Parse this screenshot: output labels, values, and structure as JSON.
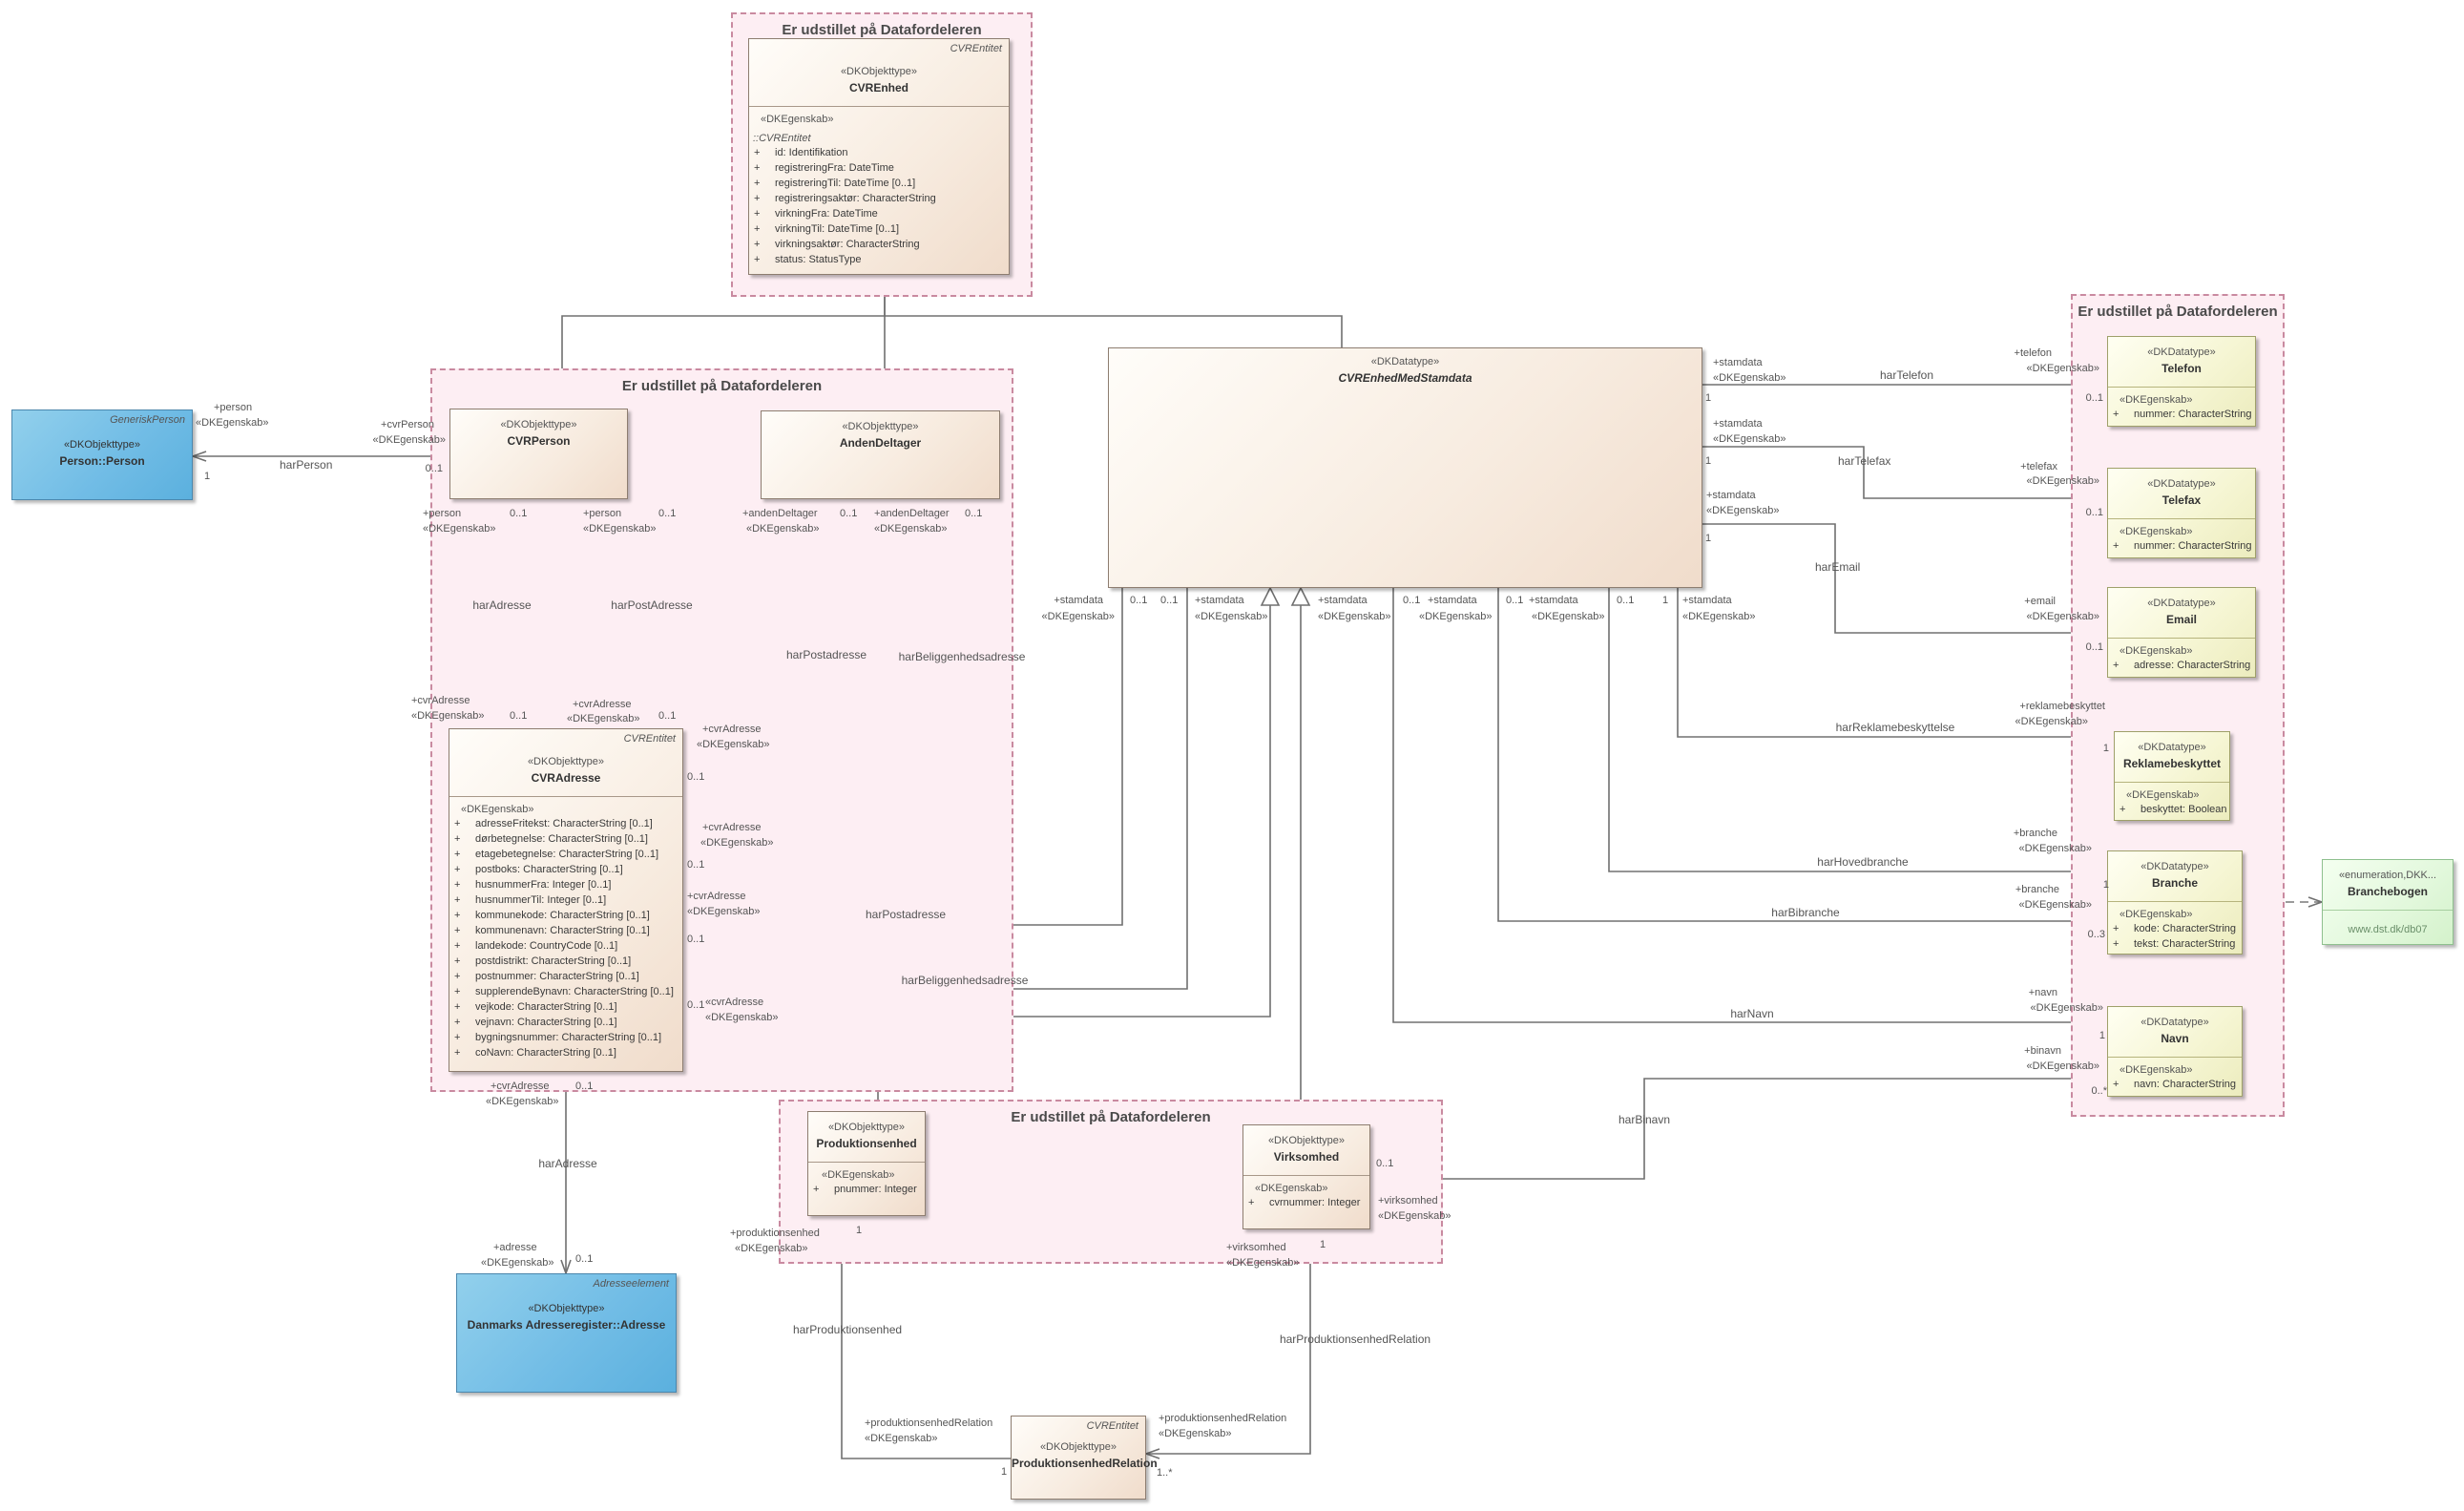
{
  "packages": {
    "top": "Er udstillet på Datafordeleren",
    "left": "Er udstillet på Datafordeleren",
    "bottom": "Er udstillet på Datafordeleren",
    "right": "Er udstillet på Datafordeleren"
  },
  "classes": {
    "cvrenhed": {
      "entity": "CVREntitet",
      "stereotype": "«DKObjekttype»",
      "name": "CVREnhed",
      "group_stereotype": "«DKEgenskab»",
      "inherited_from": "::CVREntitet",
      "attributes": [
        {
          "vis": "+",
          "text": "id: Identifikation"
        },
        {
          "vis": "+",
          "text": "registreringFra: DateTime"
        },
        {
          "vis": "+",
          "text": "registreringTil: DateTime [0..1]"
        },
        {
          "vis": "+",
          "text": "registreringsaktør: CharacterString"
        },
        {
          "vis": "+",
          "text": "virkningFra: DateTime"
        },
        {
          "vis": "+",
          "text": "virkningTil: DateTime [0..1]"
        },
        {
          "vis": "+",
          "text": "virkningsaktør: CharacterString"
        },
        {
          "vis": "+",
          "text": "status: StatusType"
        }
      ]
    },
    "person": {
      "entity": "GeneriskPerson",
      "stereotype": "«DKObjekttype»",
      "name": "Person::Person"
    },
    "cvrperson": {
      "stereotype": "«DKObjekttype»",
      "name": "CVRPerson"
    },
    "andendeltager": {
      "stereotype": "«DKObjekttype»",
      "name": "AndenDeltager"
    },
    "cvradresse": {
      "entity": "CVREntitet",
      "stereotype": "«DKObjekttype»",
      "name": "CVRAdresse",
      "group_stereotype": "«DKEgenskab»",
      "attributes": [
        {
          "vis": "+",
          "text": "adresseFritekst: CharacterString [0..1]"
        },
        {
          "vis": "+",
          "text": "dørbetegnelse: CharacterString [0..1]"
        },
        {
          "vis": "+",
          "text": "etagebetegnelse: CharacterString [0..1]"
        },
        {
          "vis": "+",
          "text": "postboks: CharacterString [0..1]"
        },
        {
          "vis": "+",
          "text": "husnummerFra: Integer [0..1]"
        },
        {
          "vis": "+",
          "text": "husnummerTil: Integer [0..1]"
        },
        {
          "vis": "+",
          "text": "kommunekode: CharacterString [0..1]"
        },
        {
          "vis": "+",
          "text": "kommunenavn: CharacterString [0..1]"
        },
        {
          "vis": "+",
          "text": "landekode: CountryCode [0..1]"
        },
        {
          "vis": "+",
          "text": "postdistrikt: CharacterString [0..1]"
        },
        {
          "vis": "+",
          "text": "postnummer: CharacterString [0..1]"
        },
        {
          "vis": "+",
          "text": "supplerendeBynavn: CharacterString [0..1]"
        },
        {
          "vis": "+",
          "text": "vejkode: CharacterString [0..1]"
        },
        {
          "vis": "+",
          "text": "vejnavn: CharacterString [0..1]"
        },
        {
          "vis": "+",
          "text": "bygningsnummer: CharacterString [0..1]"
        },
        {
          "vis": "+",
          "text": "coNavn: CharacterString [0..1]"
        }
      ]
    },
    "stamdata": {
      "stereotype": "«DKDatatype»",
      "name": "CVREnhedMedStamdata"
    },
    "adresse": {
      "entity": "Adresseelement",
      "stereotype": "«DKObjekttype»",
      "name": "Danmarks Adresseregister::Adresse"
    },
    "produktionsenhed": {
      "stereotype": "«DKObjekttype»",
      "name": "Produktionsenhed",
      "group_stereotype": "«DKEgenskab»",
      "attributes": [
        {
          "vis": "+",
          "text": "pnummer: Integer"
        }
      ]
    },
    "virksomhed": {
      "stereotype": "«DKObjekttype»",
      "name": "Virksomhed",
      "group_stereotype": "«DKEgenskab»",
      "attributes": [
        {
          "vis": "+",
          "text": "cvrnummer: Integer"
        }
      ]
    },
    "relation": {
      "entity": "CVREntitet",
      "stereotype": "«DKObjekttype»",
      "name": "ProduktionsenhedRelation"
    },
    "telefon": {
      "stereotype": "«DKDatatype»",
      "name": "Telefon",
      "group_stereotype": "«DKEgenskab»",
      "attributes": [
        {
          "vis": "+",
          "text": "nummer: CharacterString"
        }
      ]
    },
    "telefax": {
      "stereotype": "«DKDatatype»",
      "name": "Telefax",
      "group_stereotype": "«DKEgenskab»",
      "attributes": [
        {
          "vis": "+",
          "text": "nummer: CharacterString"
        }
      ]
    },
    "email": {
      "stereotype": "«DKDatatype»",
      "name": "Email",
      "group_stereotype": "«DKEgenskab»",
      "attributes": [
        {
          "vis": "+",
          "text": "adresse: CharacterString"
        }
      ]
    },
    "reklame": {
      "stereotype": "«DKDatatype»",
      "name": "Reklamebeskyttet",
      "group_stereotype": "«DKEgenskab»",
      "attributes": [
        {
          "vis": "+",
          "text": "beskyttet: Boolean"
        }
      ]
    },
    "branche": {
      "stereotype": "«DKDatatype»",
      "name": "Branche",
      "group_stereotype": "«DKEgenskab»",
      "attributes": [
        {
          "vis": "+",
          "text": "kode: CharacterString"
        },
        {
          "vis": "+",
          "text": "tekst: CharacterString"
        }
      ]
    },
    "navn": {
      "stereotype": "«DKDatatype»",
      "name": "Navn",
      "group_stereotype": "«DKEgenskab»",
      "attributes": [
        {
          "vis": "+",
          "text": "navn: CharacterString"
        }
      ]
    },
    "branchebogen": {
      "stereotype": "«enumeration,DKK...",
      "name": "Branchebogen",
      "note": "www.dst.dk/db07"
    }
  },
  "associations": {
    "harPerson": {
      "name": "harPerson",
      "src_role": "+cvrPerson",
      "src_stereo": "«DKEgenskab»",
      "src_mult": "0..1",
      "dst_role": "+person",
      "dst_stereo": "«DKEgenskab»",
      "dst_mult": "1"
    },
    "personHarAdresse": {
      "name": "harAdresse",
      "src_role": "+person",
      "src_stereo": "«DKEgenskab»",
      "src_mult": "0..1",
      "dst_role": "+cvrAdresse",
      "dst_stereo": "«DKEgenskab»",
      "dst_mult": "0..1"
    },
    "personHarPostAdresse": {
      "name": "harPostAdresse",
      "src_role": "+person",
      "src_stereo": "«DKEgenskab»",
      "src_mult": "0..1",
      "dst_role": "+cvrAdresse",
      "dst_stereo": "«DKEgenskab»",
      "dst_mult": "0..1"
    },
    "andenHarPostadresse": {
      "name": "harPostadresse",
      "src_role": "+andenDeltager",
      "src_stereo": "«DKEgenskab»",
      "src_mult": "0..1",
      "dst_role": "+cvrAdresse",
      "dst_stereo": "«DKEgenskab»",
      "dst_mult": "0..1"
    },
    "andenHarBeliggenhed": {
      "name": "harBeliggenhedsadresse",
      "src_role": "+andenDeltager",
      "src_stereo": "«DKEgenskab»",
      "src_mult": "0..1",
      "dst_role": "+cvrAdresse",
      "dst_stereo": "«DKEgenskab»",
      "dst_mult": "0..1"
    },
    "stamHarPostadresse": {
      "name": "harPostadresse",
      "src_role": "+stamdata",
      "src_stereo": "«DKEgenskab»",
      "src_mult": "0..1",
      "dst_role": "+cvrAdresse",
      "dst_stereo": "«DKEgenskab»",
      "dst_mult": "0..1"
    },
    "stamHarBeliggenhed": {
      "name": "harBeliggenhedsadresse",
      "src_role": "+stamdata",
      "src_stereo": "«DKEgenskab»",
      "src_mult": "0..1",
      "dst_role": "«cvrAdresse",
      "dst_stereo": "«DKEgenskab»",
      "dst_mult": "0..1"
    },
    "cvrHarAdresse": {
      "name": "harAdresse",
      "src_role": "+cvrAdresse",
      "src_stereo": "«DKEgenskab»",
      "src_mult": "0..1",
      "dst_role": "+adresse",
      "dst_stereo": "«DKEgenskab»",
      "dst_mult": "0..1"
    },
    "harTelefon": {
      "name": "harTelefon",
      "src_role": "+stamdata",
      "src_stereo": "«DKEgenskab»",
      "src_mult": "1",
      "dst_role": "+telefon",
      "dst_stereo": "«DKEgenskab»",
      "dst_mult": "0..1"
    },
    "harTelefax": {
      "name": "harTelefax",
      "src_role": "+stamdata",
      "src_stereo": "«DKEgenskab»",
      "src_mult": "1",
      "dst_role": "+telefax",
      "dst_stereo": "«DKEgenskab»",
      "dst_mult": "0..1"
    },
    "harEmail": {
      "name": "harEmail",
      "src_role": "+stamdata",
      "src_stereo": "«DKEgenskab»",
      "src_mult": "1",
      "dst_role": "+email",
      "dst_stereo": "«DKEgenskab»",
      "dst_mult": "0..1"
    },
    "harReklame": {
      "name": "harReklamebeskyttelse",
      "src_role": "+stamdata",
      "src_stereo": "«DKEgenskab»",
      "src_mult": "1",
      "dst_role": "+reklamebeskyttet",
      "dst_stereo": "«DKEgenskab»",
      "dst_mult": "1"
    },
    "harHovedbranche": {
      "name": "harHovedbranche",
      "src_role": "+stamdata",
      "src_stereo": "«DKEgenskab»",
      "src_mult": "0..1",
      "dst_role": "+branche",
      "dst_stereo": "«DKEgenskab»",
      "dst_mult": "1"
    },
    "harBibranche": {
      "name": "harBibranche",
      "src_role": "+stamdata",
      "src_stereo": "«DKEgenskab»",
      "src_mult": "0..1",
      "dst_role": "+branche",
      "dst_stereo": "«DKEgenskab»",
      "dst_mult": "0..3"
    },
    "harNavn": {
      "name": "harNavn",
      "src_role": "+stamdata",
      "src_stereo": "«DKEgenskab»",
      "src_mult": "0..1",
      "dst_role": "+navn",
      "dst_stereo": "«DKEgenskab»",
      "dst_mult": "1"
    },
    "harBinavn": {
      "name": "harBinavn",
      "src_role": "+virksomhed",
      "src_stereo": "«DKEgenskab»",
      "src_mult": "0..1",
      "dst_role": "+binavn",
      "dst_stereo": "«DKEgenskab»",
      "dst_mult": "0..*"
    },
    "harProduktionsenhed": {
      "name": "harProduktionsenhed",
      "src_role": "+produktionsenhedRelation",
      "src_stereo": "«DKEgenskab»",
      "src_mult": "1",
      "dst_role": "+produktionsenhed",
      "dst_stereo": "«DKEgenskab»",
      "dst_mult": "1"
    },
    "harRelation": {
      "name": "harProduktionsenhedRelation",
      "src_role": "+virksomhed",
      "src_stereo": "«DKEgenskab»",
      "src_mult": "1",
      "dst_role": "+produktionsenhedRelation",
      "dst_stereo": "«DKEgenskab»",
      "dst_mult": "1..*"
    }
  }
}
